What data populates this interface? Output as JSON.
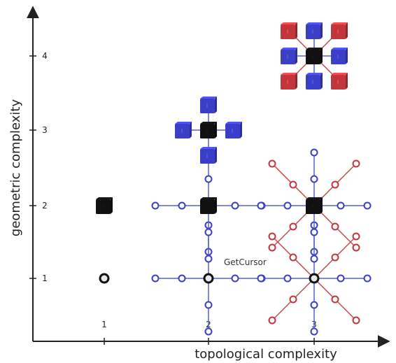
{
  "axes": {
    "xlabel": "topological complexity",
    "ylabel": "geometric complexity",
    "x_ticks": [
      "1",
      "2",
      "3"
    ],
    "y_ticks": [
      "1",
      "2",
      "3",
      "4"
    ]
  },
  "annotation": "GetCursor",
  "colors": {
    "axis": "#222222",
    "center": "#111111",
    "blue": "#3a3fc6",
    "red": "#c0363c",
    "blue_link": "#5560d0",
    "red_link": "#cc4a4a"
  },
  "glyphs": [
    {
      "x": 1,
      "y": 1,
      "center": "node",
      "neighbors": []
    },
    {
      "x": 1,
      "y": 2,
      "center": "cube",
      "neighbors": []
    },
    {
      "x": 2,
      "y": 1,
      "center": "node",
      "neighbors": [
        {
          "kind": "node",
          "color": "blue",
          "dir": [
            0,
            -1
          ],
          "count": 2
        },
        {
          "kind": "node",
          "color": "blue",
          "dir": [
            0,
            1
          ],
          "count": 2
        },
        {
          "kind": "node",
          "color": "blue",
          "dir": [
            -1,
            0
          ],
          "count": 2
        },
        {
          "kind": "node",
          "color": "blue",
          "dir": [
            1,
            0
          ],
          "count": 2
        }
      ]
    },
    {
      "x": 2,
      "y": 2,
      "center": "cube",
      "neighbors": [
        {
          "kind": "node",
          "color": "blue",
          "dir": [
            0,
            -1
          ],
          "count": 2
        },
        {
          "kind": "node",
          "color": "blue",
          "dir": [
            0,
            1
          ],
          "count": 2
        },
        {
          "kind": "node",
          "color": "blue",
          "dir": [
            -1,
            0
          ],
          "count": 2
        },
        {
          "kind": "node",
          "color": "blue",
          "dir": [
            1,
            0
          ],
          "count": 2
        }
      ]
    },
    {
      "x": 2,
      "y": 3,
      "center": "cube",
      "neighbors": [
        {
          "kind": "cube",
          "color": "blue",
          "dir": [
            0,
            -1
          ],
          "count": 1
        },
        {
          "kind": "cube",
          "color": "blue",
          "dir": [
            0,
            1
          ],
          "count": 1
        },
        {
          "kind": "cube",
          "color": "blue",
          "dir": [
            -1,
            0
          ],
          "count": 1
        },
        {
          "kind": "cube",
          "color": "blue",
          "dir": [
            1,
            0
          ],
          "count": 1
        }
      ]
    },
    {
      "x": 3,
      "y": 1,
      "center": "node",
      "neighbors": [
        {
          "kind": "node",
          "color": "blue",
          "dir": [
            0,
            -1
          ],
          "count": 2
        },
        {
          "kind": "node",
          "color": "blue",
          "dir": [
            0,
            1
          ],
          "count": 2
        },
        {
          "kind": "node",
          "color": "blue",
          "dir": [
            -1,
            0
          ],
          "count": 2
        },
        {
          "kind": "node",
          "color": "blue",
          "dir": [
            1,
            0
          ],
          "count": 2
        },
        {
          "kind": "node",
          "color": "red",
          "dir": [
            -1,
            -1
          ],
          "count": 2
        },
        {
          "kind": "node",
          "color": "red",
          "dir": [
            1,
            -1
          ],
          "count": 2
        },
        {
          "kind": "node",
          "color": "red",
          "dir": [
            -1,
            1
          ],
          "count": 2
        },
        {
          "kind": "node",
          "color": "red",
          "dir": [
            1,
            1
          ],
          "count": 2
        }
      ]
    },
    {
      "x": 3,
      "y": 2,
      "center": "cube",
      "neighbors": [
        {
          "kind": "node",
          "color": "blue",
          "dir": [
            0,
            -1
          ],
          "count": 2
        },
        {
          "kind": "node",
          "color": "blue",
          "dir": [
            0,
            1
          ],
          "count": 2
        },
        {
          "kind": "node",
          "color": "blue",
          "dir": [
            -1,
            0
          ],
          "count": 2
        },
        {
          "kind": "node",
          "color": "blue",
          "dir": [
            1,
            0
          ],
          "count": 2
        },
        {
          "kind": "node",
          "color": "red",
          "dir": [
            -1,
            -1
          ],
          "count": 2
        },
        {
          "kind": "node",
          "color": "red",
          "dir": [
            1,
            -1
          ],
          "count": 2
        },
        {
          "kind": "node",
          "color": "red",
          "dir": [
            -1,
            1
          ],
          "count": 2
        },
        {
          "kind": "node",
          "color": "red",
          "dir": [
            1,
            1
          ],
          "count": 2
        }
      ]
    },
    {
      "x": 3,
      "y": 4,
      "center": "cube",
      "neighbors": [
        {
          "kind": "cube",
          "color": "blue",
          "dir": [
            0,
            -1
          ],
          "count": 1
        },
        {
          "kind": "cube",
          "color": "blue",
          "dir": [
            0,
            1
          ],
          "count": 1
        },
        {
          "kind": "cube",
          "color": "blue",
          "dir": [
            -1,
            0
          ],
          "count": 1
        },
        {
          "kind": "cube",
          "color": "blue",
          "dir": [
            1,
            0
          ],
          "count": 1
        },
        {
          "kind": "cube",
          "color": "red",
          "dir": [
            -1,
            -1
          ],
          "count": 1
        },
        {
          "kind": "cube",
          "color": "red",
          "dir": [
            1,
            -1
          ],
          "count": 1
        },
        {
          "kind": "cube",
          "color": "red",
          "dir": [
            -1,
            1
          ],
          "count": 1
        },
        {
          "kind": "cube",
          "color": "red",
          "dir": [
            1,
            1
          ],
          "count": 1
        }
      ]
    }
  ]
}
